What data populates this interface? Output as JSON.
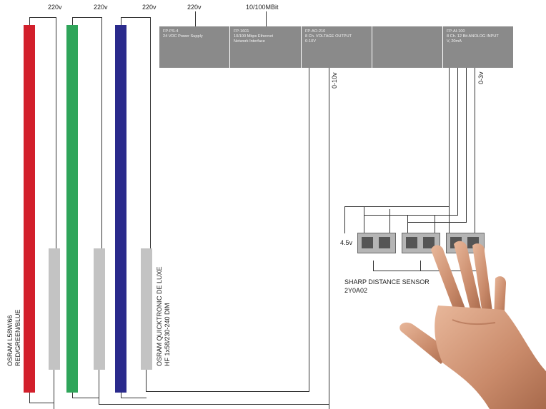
{
  "supply_labels": {
    "lamp_red": "220v",
    "lamp_green": "220v",
    "lamp_blue": "220v",
    "power_supply": "220v",
    "network": "10/100MBit"
  },
  "modules": [
    {
      "name": "FP-PS-4",
      "desc": "24 VDC Power Supply"
    },
    {
      "name": "FP-1601",
      "desc": "10/100 Mbps Ethernet\nNetwork Interface"
    },
    {
      "name": "FP-AO-210",
      "desc": "8 Ch. VOLTAGE OUTPUT\n0-10V"
    },
    {
      "name": "",
      "desc": ""
    },
    {
      "name": "FP-AI-100",
      "desc": "8 Ch. 12 Bit ANOLOG INPUT\nV, 20mA"
    }
  ],
  "voltage_output_label": "0-10v",
  "voltage_input_label": "0-3v",
  "lamp_label": [
    "OSRAM L58W/66",
    "RED/GREEN/BLUE"
  ],
  "ballast_label": [
    "OSRAM QUICKTRONIC DE LUXE",
    "HF 1x58/230-240 DIM"
  ],
  "sensor_supply": "4.5v",
  "sensor_label": [
    "SHARP DISTANCE SENSOR",
    "2Y0A02"
  ],
  "colors": {
    "lamp_red": "#d21f2b",
    "lamp_green": "#2fa55a",
    "lamp_blue": "#2a2a8c",
    "module": "#8a8a8a",
    "ballast": "#c3c3c3",
    "wire": "#333333"
  }
}
